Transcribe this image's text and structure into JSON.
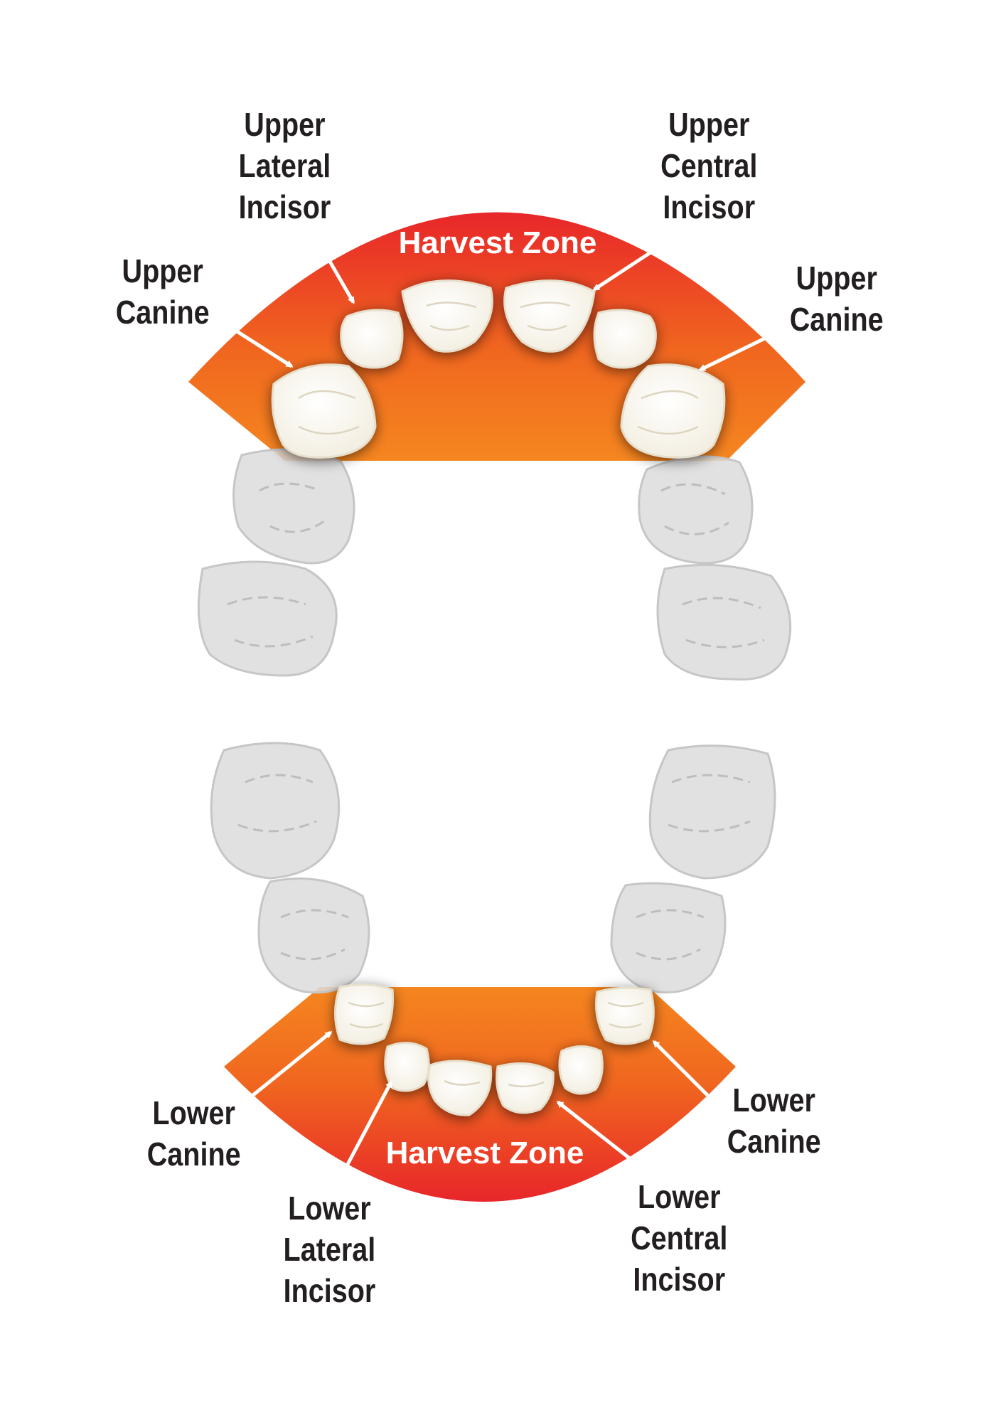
{
  "zones": {
    "upper": {
      "title": "Harvest Zone"
    },
    "lower": {
      "title": "Harvest Zone"
    }
  },
  "labels": {
    "upper_lateral_incisor": [
      "Upper",
      "Lateral",
      "Incisor"
    ],
    "upper_central_incisor": [
      "Upper",
      "Central",
      "Incisor"
    ],
    "upper_canine_left": [
      "Upper",
      "Canine"
    ],
    "upper_canine_right": [
      "Upper",
      "Canine"
    ],
    "lower_canine_left": [
      "Lower",
      "Canine"
    ],
    "lower_canine_right": [
      "Lower",
      "Canine"
    ],
    "lower_lateral_incisor": [
      "Lower",
      "Lateral",
      "Incisor"
    ],
    "lower_central_incisor": [
      "Lower",
      "Central",
      "Incisor"
    ]
  },
  "colors": {
    "zone_red": "#e8262a",
    "zone_orange": "#f58a1f",
    "tooth_white": "#fbf8ef",
    "tooth_outline": "#e6dfcd",
    "molar_gray": "#dcdcdc",
    "molar_outline": "#c4c4c4",
    "label_text": "#231f20",
    "arrow": "#ffffff"
  }
}
